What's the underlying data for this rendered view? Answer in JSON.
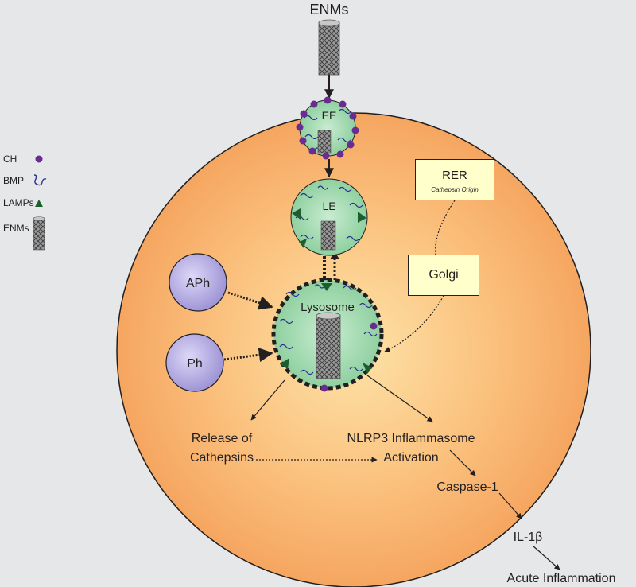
{
  "top_label": "ENMs",
  "legend": {
    "items": [
      {
        "label": "CH",
        "icon": "purple-dot-icon"
      },
      {
        "label": "BMP",
        "icon": "bmp-squiggle-icon"
      },
      {
        "label": "LAMPs",
        "icon": "green-triangle-icon"
      },
      {
        "label": "ENMs",
        "icon": "nanotube-icon"
      }
    ]
  },
  "compartments": {
    "ee": "EE",
    "le": "LE",
    "lysosome": "Lysosome",
    "aph": "APh",
    "ph": "Ph"
  },
  "rer": {
    "title": "RER",
    "subtitle": "Cathepsin Origin"
  },
  "golgi": "Golgi",
  "outcomes": {
    "release": [
      "Release of",
      "Cathepsins"
    ],
    "nlrp3": [
      "NLRP3 Inflammasome",
      "Activation"
    ],
    "caspase": "Caspase-1",
    "il1b": "IL-1β",
    "acute": "Acute Inflammation"
  },
  "colors": {
    "background": "#e6e7e8",
    "cell_center": "#fde3a8",
    "cell_edge": "#f5a660",
    "vesicle_fill": "#a8dcb2",
    "phagosome_fill": "#b0a8dc",
    "ch_dot": "#6a2c91",
    "bmp_line": "#3a3a9a",
    "lamp_triangle": "#1d5e2e",
    "box_fill": "#ffffcc"
  }
}
